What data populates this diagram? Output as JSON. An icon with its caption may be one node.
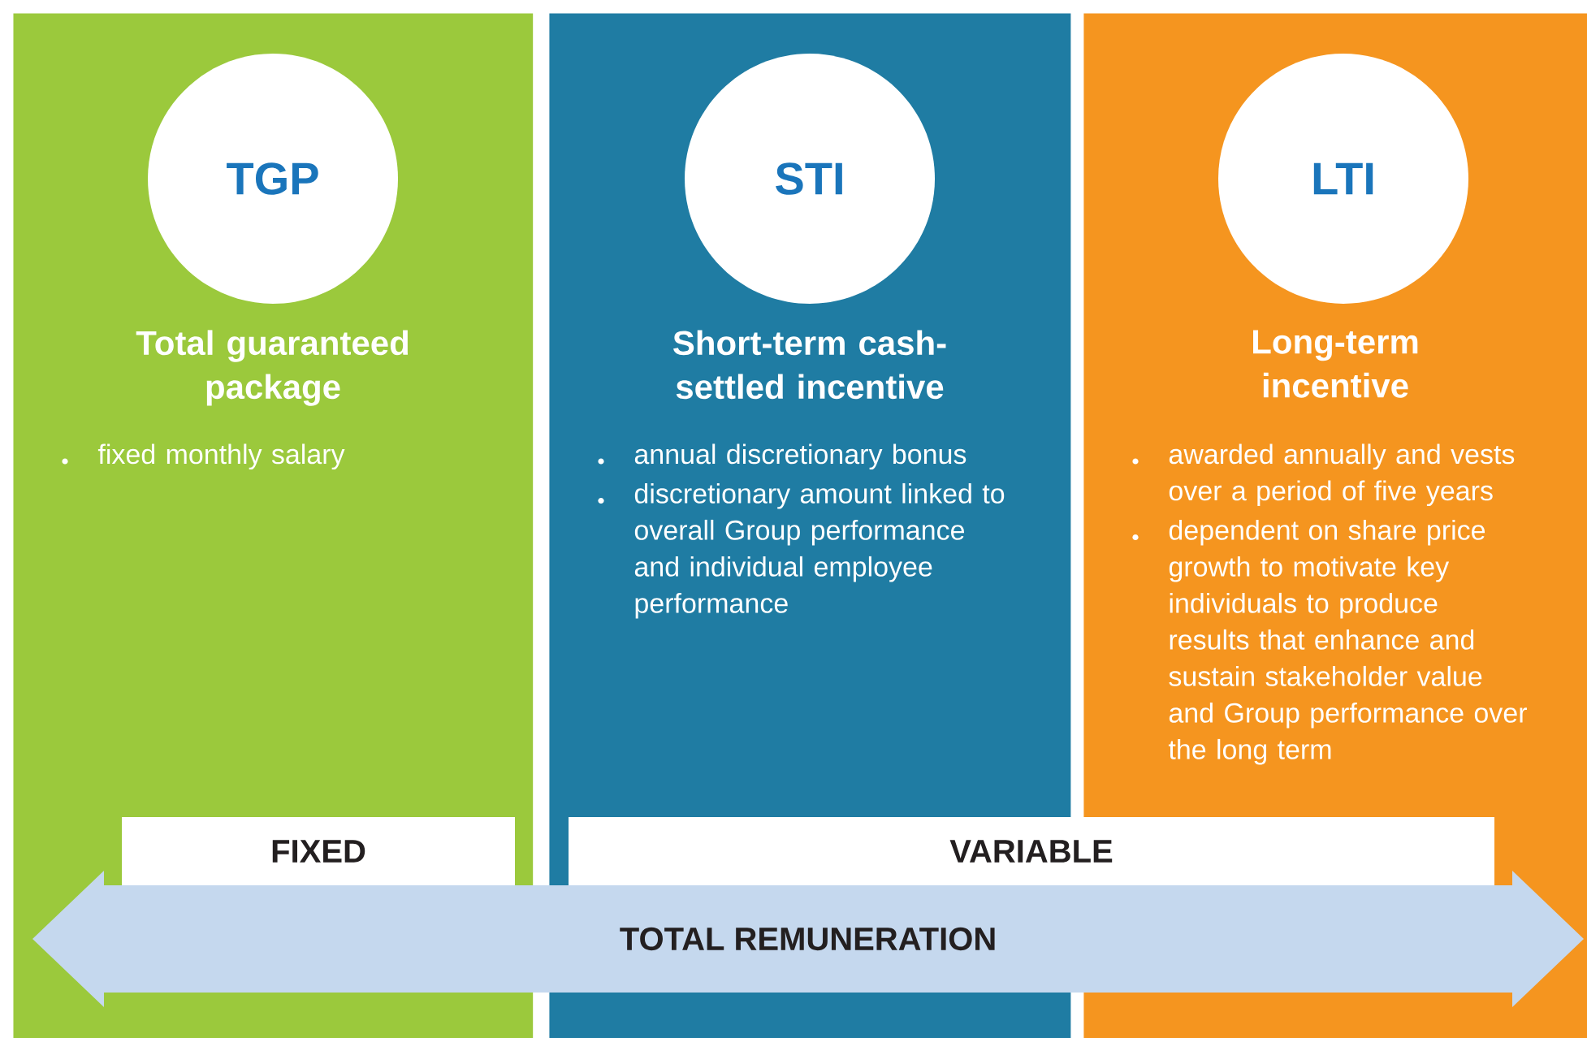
{
  "diagram": {
    "nodes": [
      {
        "text": [
          "Total guaranteed package",
          "fixed monthly salary"
        ]
      },
      {
        "text": [
          "TGP"
        ],
        "in": 0
      },
      {
        "text": [
          "Short-term cash-settled incentive",
          "annual discretionary bonus",
          "discretionary amount linked to overall Group performance and individual employee performance"
        ]
      },
      {
        "text": [
          "STI"
        ],
        "in": 2
      },
      {
        "text": [
          "Long-term incentive",
          "awarded annually and vests over a period of five years",
          "dependent on share price growth to motivate key individuals to produce results that enhance and sustain stakeholder value and Group performance over the long term"
        ]
      },
      {
        "text": [
          "LTI"
        ],
        "in": 4
      },
      {
        "text": [
          "FIXED"
        ],
        "in": 0
      },
      {
        "text": [
          "VARIABLE"
        ]
      },
      {
        "text": [
          "TOTAL REMUNERATION"
        ]
      }
    ]
  }
}
